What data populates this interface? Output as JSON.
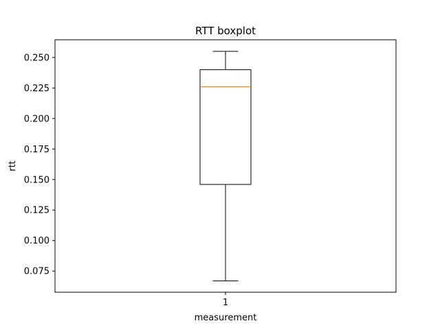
{
  "chart_data": {
    "type": "boxplot",
    "title": "RTT boxplot",
    "xlabel": "measurement",
    "ylabel": "rtt",
    "categories": [
      "1"
    ],
    "boxes": [
      {
        "category": "1",
        "whisker_low": 0.067,
        "q1": 0.146,
        "median": 0.226,
        "q3": 0.24,
        "whisker_high": 0.255
      }
    ],
    "ylim": [
      0.0577,
      0.2645
    ],
    "yticks": [
      0.075,
      0.1,
      0.125,
      0.15,
      0.175,
      0.2,
      0.225,
      0.25
    ],
    "ytick_labels": [
      "0.075",
      "0.100",
      "0.125",
      "0.150",
      "0.175",
      "0.200",
      "0.225",
      "0.250"
    ],
    "grid": false,
    "colors": {
      "box": "#000000",
      "median": "#ff7f0e",
      "whisker": "#000000"
    }
  }
}
